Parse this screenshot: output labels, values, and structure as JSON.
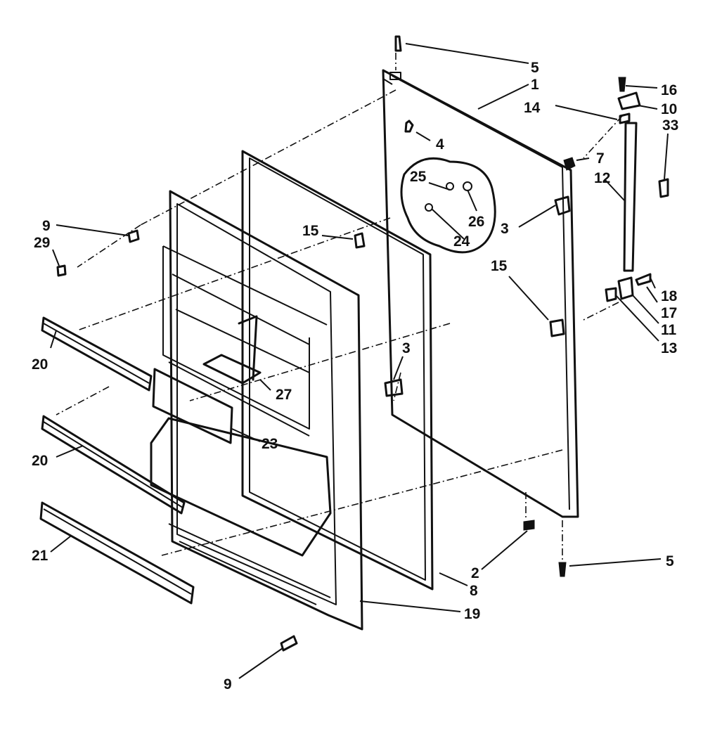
{
  "diagram": {
    "callouts": [
      {
        "id": "c5a",
        "text": "5"
      },
      {
        "id": "c1",
        "text": "1"
      },
      {
        "id": "c16",
        "text": "16"
      },
      {
        "id": "c14",
        "text": "14"
      },
      {
        "id": "c10",
        "text": "10"
      },
      {
        "id": "c33",
        "text": "33"
      },
      {
        "id": "c4",
        "text": "4"
      },
      {
        "id": "c7",
        "text": "7"
      },
      {
        "id": "c12",
        "text": "12"
      },
      {
        "id": "c25",
        "text": "25"
      },
      {
        "id": "c26",
        "text": "26"
      },
      {
        "id": "c24",
        "text": "24"
      },
      {
        "id": "c9a",
        "text": "9"
      },
      {
        "id": "c29",
        "text": "29"
      },
      {
        "id": "c15a",
        "text": "15"
      },
      {
        "id": "c3a",
        "text": "3"
      },
      {
        "id": "c15b",
        "text": "15"
      },
      {
        "id": "c18",
        "text": "18"
      },
      {
        "id": "c17",
        "text": "17"
      },
      {
        "id": "c11",
        "text": "11"
      },
      {
        "id": "c13",
        "text": "13"
      },
      {
        "id": "c20a",
        "text": "20"
      },
      {
        "id": "c3b",
        "text": "3"
      },
      {
        "id": "c27",
        "text": "27"
      },
      {
        "id": "c23",
        "text": "23"
      },
      {
        "id": "c20b",
        "text": "20"
      },
      {
        "id": "c21",
        "text": "21"
      },
      {
        "id": "c2",
        "text": "2"
      },
      {
        "id": "c5b",
        "text": "5"
      },
      {
        "id": "c8",
        "text": "8"
      },
      {
        "id": "c19",
        "text": "19"
      },
      {
        "id": "c9b",
        "text": "9"
      }
    ]
  }
}
